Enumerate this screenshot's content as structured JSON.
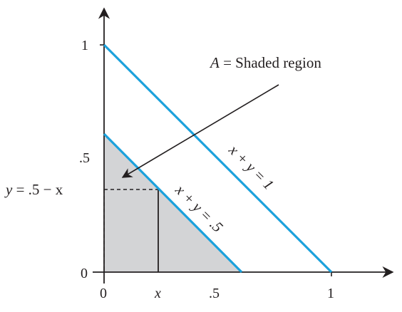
{
  "figure": {
    "annotation": {
      "var": "A",
      "rest": " = Shaded region"
    },
    "line_labels": {
      "outer": "x + y = 1",
      "inner": "x + y = .5"
    },
    "side_label": {
      "lhs": "y",
      "rhs": " = .5 − x"
    },
    "x_ticks": {
      "zero": "0",
      "x": "x",
      "half": ".5",
      "one": "1"
    },
    "y_ticks": {
      "zero": "0",
      "half": ".5",
      "one": "1"
    },
    "colors": {
      "line": "#1ba1dc",
      "shade": "#d3d4d6",
      "ink": "#231f20"
    }
  }
}
